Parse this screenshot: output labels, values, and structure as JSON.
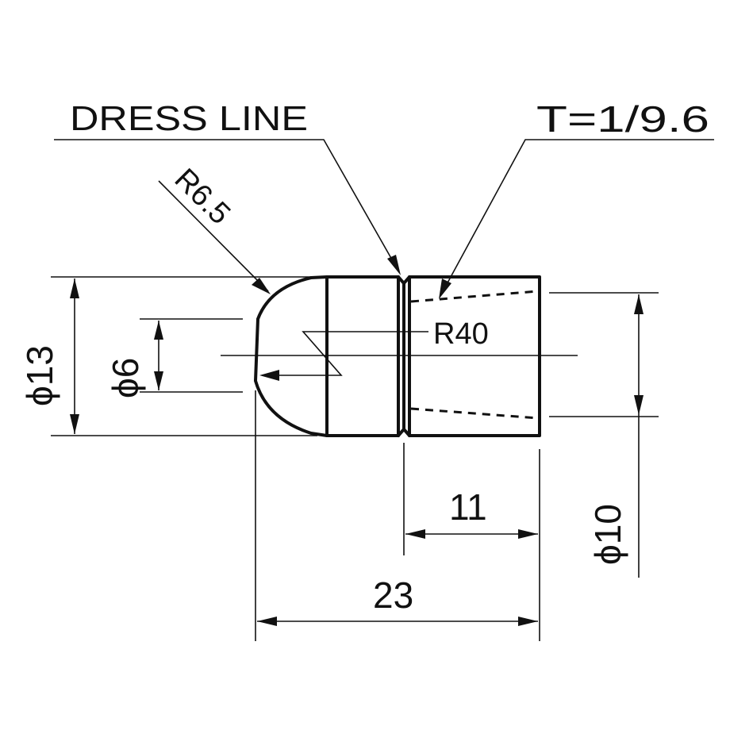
{
  "labels": {
    "dress_line": "DRESS LINE",
    "taper": "T=1/9.6",
    "tip_radius": "R6.5",
    "dome_radius": "R40",
    "dia_13": "ϕ13",
    "dia_6": "ϕ6",
    "dia_10": "ϕ10",
    "len_11": "11",
    "len_23": "23"
  }
}
